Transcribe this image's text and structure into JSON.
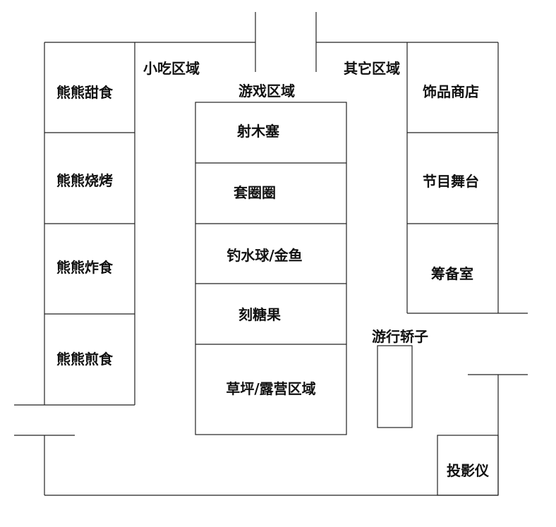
{
  "zones": {
    "snack": "小吃区域",
    "game": "游戏区域",
    "other": "其它区域"
  },
  "snack_stalls": [
    "熊熊甜食",
    "熊熊烧烤",
    "熊熊炸食",
    "熊熊煎食"
  ],
  "game_stalls": [
    "射木塞",
    "套圈圈",
    "钓水球/金鱼",
    "刻糖果",
    "草坪/露营区域"
  ],
  "other_rooms": [
    "饰品商店",
    "节目舞台",
    "筹备室"
  ],
  "sedan": "游行轿子",
  "projector": "投影仪"
}
